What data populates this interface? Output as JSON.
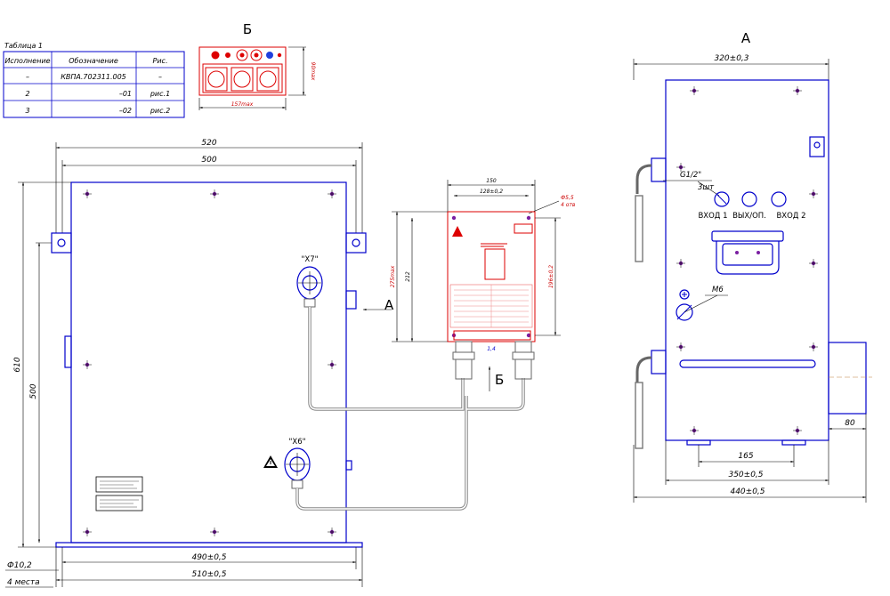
{
  "table": {
    "title": "Таблица 1",
    "headers": [
      "Исполнение",
      "Обозначение",
      "Рис."
    ],
    "rows": [
      [
        "–",
        "КВПА.702311.005",
        "–"
      ],
      [
        "2",
        "–01",
        "рис.1"
      ],
      [
        "3",
        "–02",
        "рис.2"
      ]
    ]
  },
  "views": {
    "b_title": "Б",
    "a_title": "А",
    "arrow_a": "А",
    "arrow_b": "Б"
  },
  "dims": {
    "w520": "520",
    "w500": "500",
    "h610": "610",
    "h500": "500",
    "w490": "490±0,5",
    "w510": "510±0,5",
    "hole": "Ф10,2",
    "places": "4 места",
    "b_w": "157max",
    "b_h": "90max",
    "box_150": "150",
    "box_128": "128±0,2",
    "box_275": "275max",
    "box_212": "212",
    "box_196": "196±0,2",
    "box_hole": "Ф5,5",
    "box_places": "4 отв",
    "a_w320": "320±0,3",
    "a_g12": "G1/2\"",
    "a_3sht": "3шт",
    "a_m6": "M6",
    "a_165": "165",
    "a_350": "350±0,5",
    "a_440": "440±0,5",
    "a_80": "80",
    "box_14": "1,4"
  },
  "labels": {
    "x7": "\"X7\"",
    "x6": "\"X6\"",
    "in1": "ВХОД 1",
    "out": "ВЫХ/ОП.",
    "in2": "ВХОД 2"
  },
  "colors": {
    "main": "#0000cc",
    "box": "#dd0000",
    "dimension": "#000000",
    "hole_mark": "#7a1fa2",
    "pipe": "#777777"
  }
}
